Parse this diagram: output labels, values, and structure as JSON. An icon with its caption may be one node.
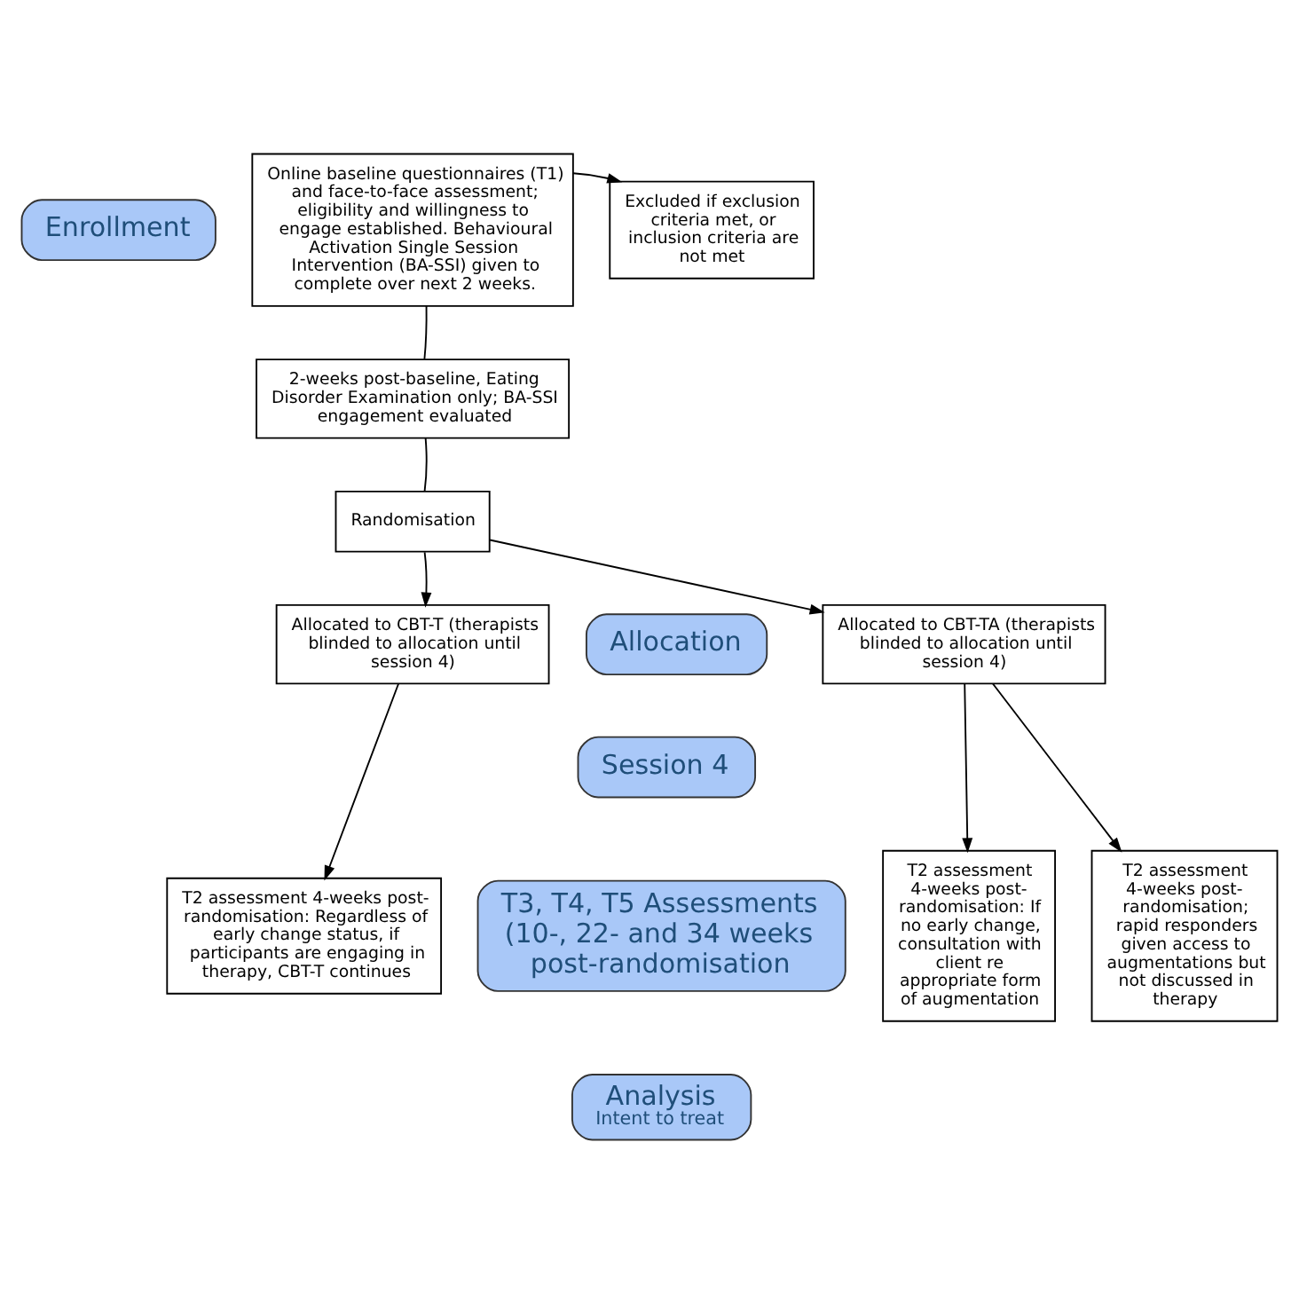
{
  "diagram": {
    "nodes": [
      {
        "text": [
          "Enrollment"
        ]
      },
      {
        "text": [
          "Online baseline questionnaires (T1) and face-to-face assessment; eligibility and willingness to engage established. Behavioural Activation Single Session Intervention (BA-SSI) given to complete over next 2 weeks."
        ]
      },
      {
        "text": [
          "Excluded if exclusion criteria met, or inclusion criteria are not met"
        ]
      },
      {
        "text": [
          "2-weeks post-baseline, Eating Disorder Examination only; BA-SSI engagement evaluated"
        ]
      },
      {
        "text": [
          "Randomisation"
        ]
      },
      {
        "text": [
          "Allocated to CBT-T (therapists blinded to allocation until session 4)"
        ]
      },
      {
        "text": [
          "Allocation"
        ]
      },
      {
        "text": [
          "Allocated to CBT-TA (therapists blinded to allocation until session 4)"
        ]
      },
      {
        "text": [
          "Session 4"
        ]
      },
      {
        "text": [
          "T2 assessment 4-weeks post-randomisation: Regardless of early change status, if participants are engaging in therapy, CBT-T continues"
        ]
      },
      {
        "text": [
          "T3, T4, T5 Assessments (10-, 22- and 34 weeks post-randomisation"
        ]
      },
      {
        "text": [
          "T2 assessment 4-weeks post-randomisation: If no early change, consultation with client re appropriate form of augmentation"
        ]
      },
      {
        "text": [
          "T2 assessment 4-weeks post-randomisation; rapid responders given access to augmentations but not discussed in therapy"
        ]
      },
      {
        "text": [
          "Analysis",
          "Intent to treat"
        ]
      }
    ],
    "edges": [
      {
        "from": 1,
        "to": 2,
        "arrow": "to"
      },
      {
        "from": 1,
        "to": 3,
        "arrow": "none"
      },
      {
        "from": 3,
        "to": 4,
        "arrow": "none"
      },
      {
        "from": 4,
        "to": 5,
        "arrow": "to"
      },
      {
        "from": 4,
        "to": 7,
        "arrow": "to"
      },
      {
        "from": 5,
        "to": 9,
        "arrow": "to"
      },
      {
        "from": 7,
        "to": 11,
        "arrow": "to"
      },
      {
        "from": 7,
        "to": 12,
        "arrow": "to"
      }
    ]
  }
}
